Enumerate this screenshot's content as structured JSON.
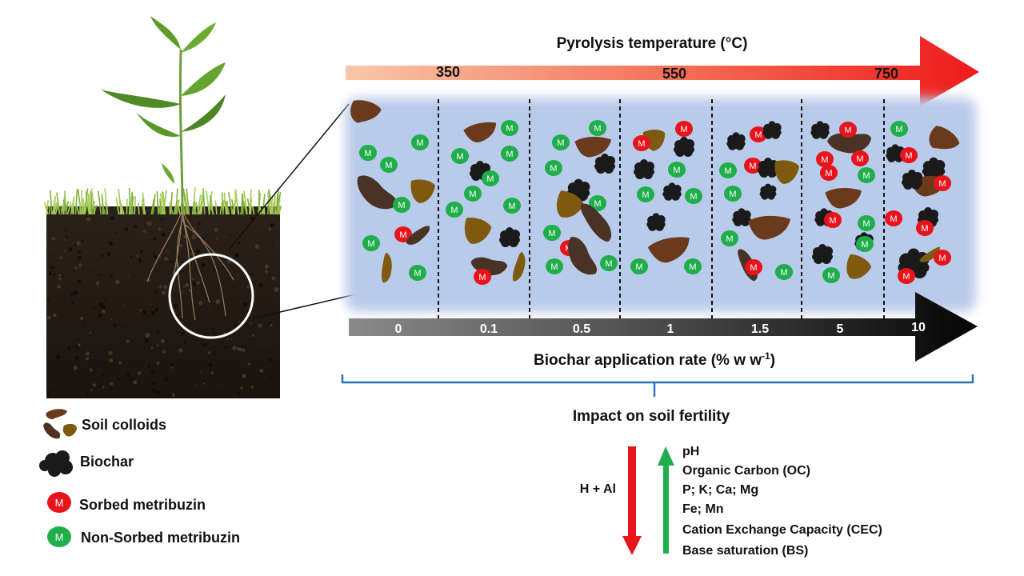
{
  "pyrolysis": {
    "title": "Pyrolysis temperature (°C)",
    "temperatures": [
      "350",
      "550",
      "750"
    ]
  },
  "application": {
    "label_prefix": "Biochar application rate (% w w",
    "label_superscript": "-1",
    "label_suffix": ")",
    "rates": [
      "0",
      "0.1",
      "0.5",
      "1",
      "1.5",
      "5",
      "10"
    ]
  },
  "marker_letter": "M",
  "legend": {
    "soil_colloids": "Soil colloids",
    "biochar": "Biochar",
    "sorbed": "Sorbed metribuzin",
    "non_sorbed": "Non-Sorbed metribuzin"
  },
  "impact": {
    "title": "Impact on soil fertility",
    "decrease_label": "H + Al",
    "increase_items": [
      "pH",
      "Organic Carbon (OC)",
      "P; K; Ca; Mg",
      "Fe; Mn",
      "Cation Exchange Capacity (CEC)",
      "Base saturation (BS)"
    ]
  },
  "colors": {
    "sorbed": "#e8141c",
    "non_sorbed": "#1fae4b",
    "colloid_dark": "#4a3325",
    "colloid_brown": "#6b3a1c",
    "colloid_olive": "#7d5a10",
    "biochar": "#1a1a1a",
    "panel": "#b5c8e8",
    "arrow_down": "#e8141c",
    "arrow_up": "#1fae4b",
    "bracket": "#2e75b6"
  }
}
